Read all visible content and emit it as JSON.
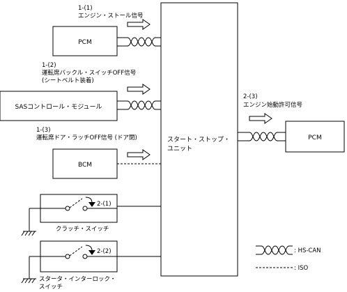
{
  "signals": {
    "s11_num": "1-(1)",
    "s11_text": "エンジン・ストール信号",
    "s12_num": "1-(2)",
    "s12_text1": "運転席バックル・スイッチOFF信号",
    "s12_text2": "(シートベルト装着)",
    "s13_num": "1-(3)",
    "s13_text": "運転席ドア・ラッチOFF信号 (ドア閉)",
    "s23_num": "2-(3)",
    "s23_text": "エンジン始動許可信号"
  },
  "modules": {
    "pcm_left": "PCM",
    "sas": "SASコントロール・モジュール",
    "bcm": "BCM",
    "pcm_right": "PCM",
    "unit_line1": "スタート・ストップ・",
    "unit_line2": "ユニット"
  },
  "switches": {
    "clutch_num": "2-(1)",
    "clutch_label": "クラッチ・スイッチ",
    "starter_num": "2-(2)",
    "starter_label1": "スタータ・インターロック・",
    "starter_label2": "スイッチ"
  },
  "legend": {
    "hscan": ": HS-CAN",
    "iso": ": ISO"
  }
}
